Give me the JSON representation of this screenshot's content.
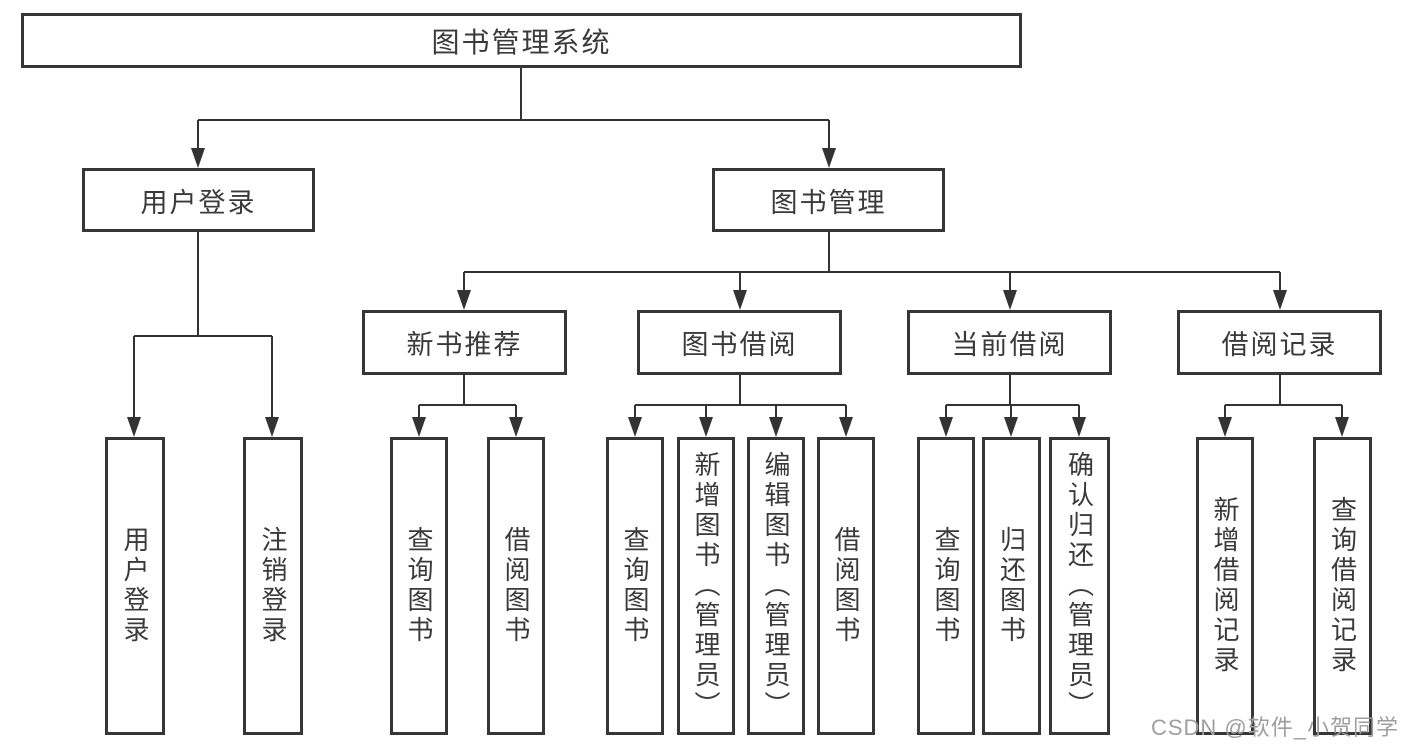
{
  "diagram": {
    "root": {
      "label": "图书管理系统"
    },
    "level2": [
      {
        "label": "用户登录"
      },
      {
        "label": "图书管理"
      }
    ],
    "level3": [
      {
        "label": "新书推荐"
      },
      {
        "label": "图书借阅"
      },
      {
        "label": "当前借阅"
      },
      {
        "label": "借阅记录"
      }
    ],
    "leaves": {
      "user_login": [
        "用户登录",
        "注销登录"
      ],
      "new_book": [
        "查询图书",
        "借阅图书"
      ],
      "book_borrow": [
        "查询图书",
        "新增图书（管理员）",
        "编辑图书（管理员）",
        "借阅图书"
      ],
      "current_borrow": [
        "查询图书",
        "归还图书",
        "确认归还（管理员）"
      ],
      "borrow_record": [
        "新增借阅记录",
        "查询借阅记录"
      ]
    }
  },
  "watermark": {
    "text": "CSDN @软件_小贺同学"
  },
  "colors": {
    "line": "#333333",
    "border": "#363636",
    "text": "#3a3a3a",
    "watermark": "#9e9e9e",
    "background": "#ffffff"
  }
}
